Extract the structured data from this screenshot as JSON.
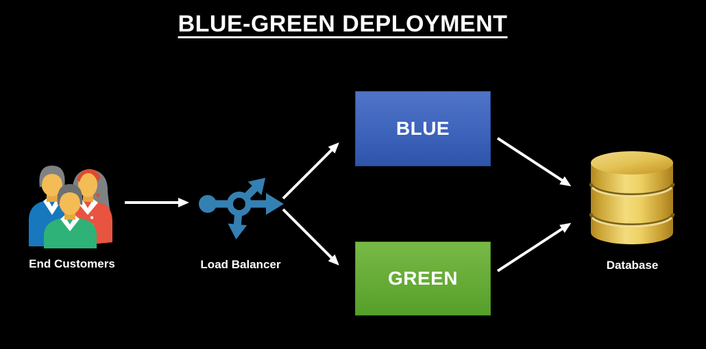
{
  "title": "BLUE-GREEN DEPLOYMENT",
  "nodes": {
    "end_customers": {
      "label": "End Customers",
      "icon": "users-group-icon"
    },
    "load_balancer": {
      "label": "Load Balancer",
      "icon": "load-balancer-icon",
      "icon_color": "#3580b2"
    },
    "blue_env": {
      "label": "BLUE",
      "color": "#3d63bb"
    },
    "green_env": {
      "label": "GREEN",
      "color": "#66ab36"
    },
    "database": {
      "label": "Database",
      "icon": "database-cylinder-icon",
      "icon_color": "#d9b345"
    }
  },
  "edges": [
    {
      "from": "end-customers",
      "to": "load-balancer"
    },
    {
      "from": "load-balancer",
      "to": "blue-env"
    },
    {
      "from": "load-balancer",
      "to": "green-env"
    },
    {
      "from": "blue-env",
      "to": "database"
    },
    {
      "from": "green-env",
      "to": "database"
    }
  ],
  "colors": {
    "background": "#000000",
    "title_text": "#ffffff",
    "arrow": "#ffffff",
    "label_text": "#ffffff"
  }
}
